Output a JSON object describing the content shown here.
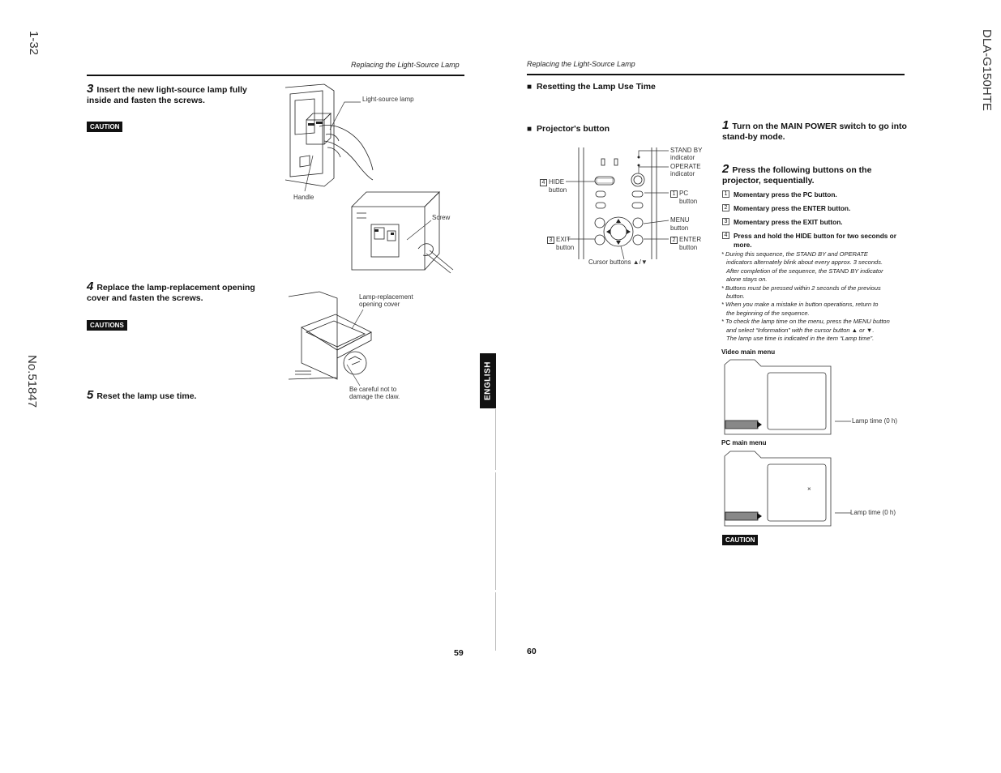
{
  "side": {
    "left_page_ref": "1-32",
    "doc_number": "No.51847",
    "model": "DLA-G150HTE"
  },
  "left_page": {
    "header": "Replacing the Light-Source Lamp",
    "step3": {
      "num": "3",
      "text": "Insert the new light-source lamp fully inside and fasten the screws."
    },
    "caution": "CAUTION",
    "step4": {
      "num": "4",
      "text": "Replace the lamp-replacement opening cover and fasten the screws."
    },
    "cautions": "CAUTIONS",
    "step5": {
      "num": "5",
      "text": "Reset the lamp use time."
    },
    "fig_labels": {
      "light_source_lamp": "Light-source lamp",
      "handle": "Handle",
      "screw": "Screw",
      "cover_l1": "Lamp-replacement",
      "cover_l2": "opening cover",
      "claw_l1": "Be careful not to",
      "claw_l2": "damage the claw."
    },
    "english_tab": "ENGLISH",
    "page_number": "59"
  },
  "right_page": {
    "header": "Replacing the Light-Source Lamp",
    "section_title": "Resetting the Lamp Use Time",
    "projector_buttons_title": "Projector's button",
    "panel_labels": {
      "standby_l1": "STAND BY",
      "standby_l2": "indicator",
      "operate_l1": "OPERATE",
      "operate_l2": "indicator",
      "hide_num": "4",
      "hide_l1": "HIDE",
      "hide_l2": "button",
      "pc_num": "1",
      "pc_l1": "PC",
      "pc_l2": "button",
      "menu_l1": "MENU",
      "menu_l2": "button",
      "exit_num": "3",
      "exit_l1": "EXIT",
      "exit_l2": "button",
      "enter_num": "2",
      "enter_l1": "ENTER",
      "enter_l2": "button",
      "cursor": "Cursor buttons ▲/▼"
    },
    "step1": {
      "num": "1",
      "text": "Turn on the MAIN POWER switch to go into stand-by mode."
    },
    "step2": {
      "num": "2",
      "text": "Press the following buttons on the projector, sequentially."
    },
    "sequence": [
      {
        "n": "1",
        "text": "Momentary press the PC button."
      },
      {
        "n": "2",
        "text": "Momentary press the ENTER button."
      },
      {
        "n": "3",
        "text": "Momentary press the EXIT button."
      },
      {
        "n": "4",
        "text": "Press and hold the HIDE button for two seconds or more."
      }
    ],
    "notes": [
      "* During this sequence, the STAND BY and OPERATE",
      "indicators alternately blink about every approx. 3 seconds.",
      "After completion of the sequence, the STAND BY indicator",
      "alone stays on.",
      "* Buttons must be pressed within 2 seconds of the previous",
      "button.",
      "* When you make a mistake in button operations, return to",
      "the beginning of the sequence.",
      "* To check the lamp time on the menu, press the MENU button",
      "and select “Information” with the cursor button ▲ or ▼.",
      "The lamp use time is indicated in the item “Lamp time”."
    ],
    "video_menu_title": "Video main menu",
    "video_lamp_label": "Lamp time (0 h)",
    "pc_menu_title": "PC main menu",
    "pc_lamp_label": "Lamp time (0 h)",
    "pc_menu_mark": "×",
    "caution": "CAUTION",
    "page_number": "60"
  }
}
